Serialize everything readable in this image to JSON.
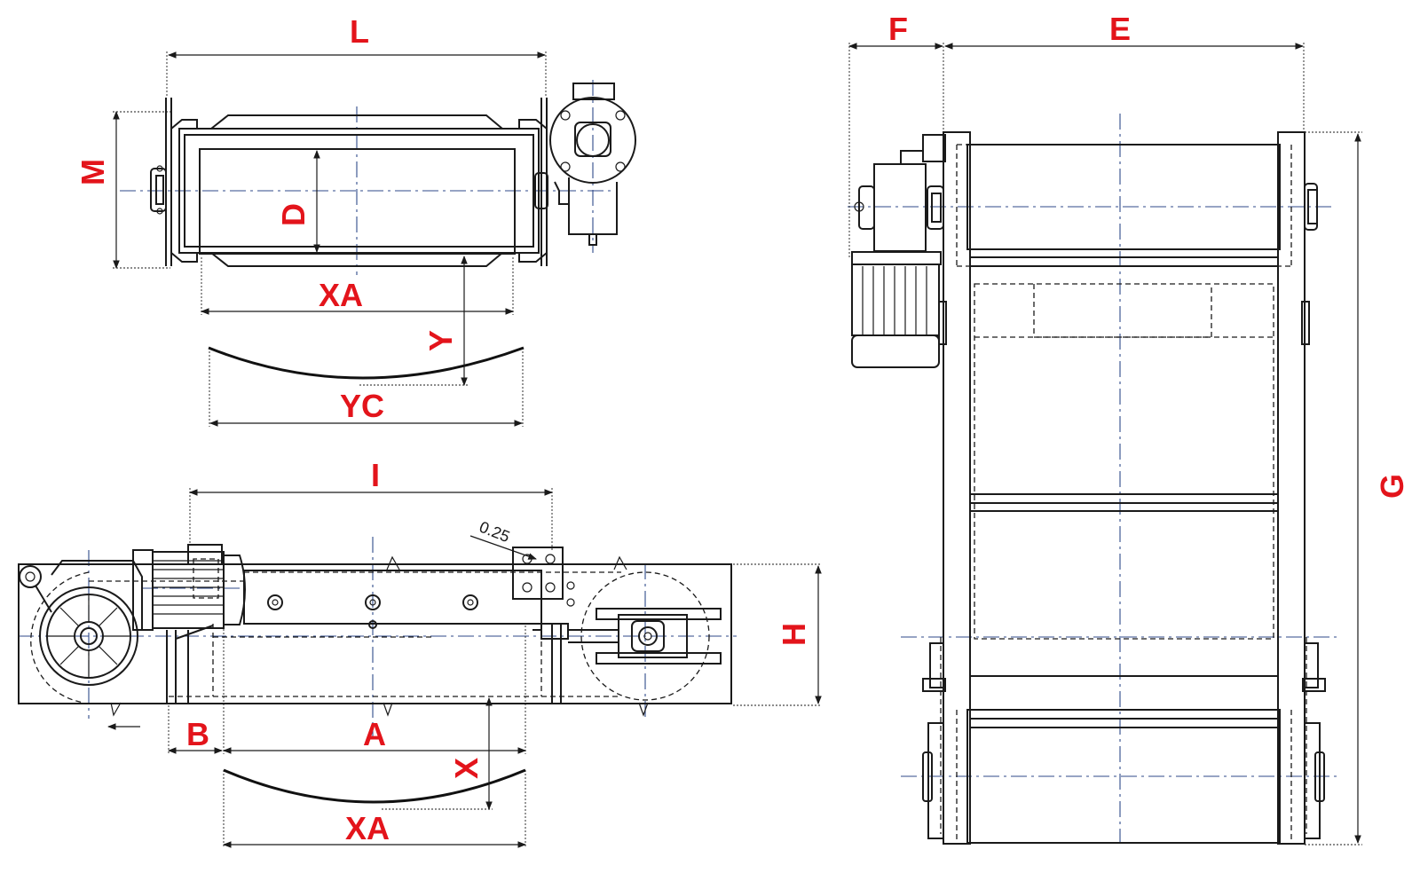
{
  "accent_color": "#e3141b",
  "line_color": "#1a1a1a",
  "centerline_color": "#2f4a8a",
  "top_view": {
    "dim_L": "L",
    "dim_M": "M",
    "dim_D": "D",
    "dim_XA": "XA",
    "dim_Y": "Y",
    "dim_YC": "YC"
  },
  "side_view": {
    "dim_I": "I",
    "dim_H": "H",
    "dim_B": "B",
    "dim_A": "A",
    "dim_X": "X",
    "dim_XA": "XA",
    "note_clearance": "0.25"
  },
  "end_view": {
    "dim_F": "F",
    "dim_E": "E",
    "dim_G": "G"
  }
}
